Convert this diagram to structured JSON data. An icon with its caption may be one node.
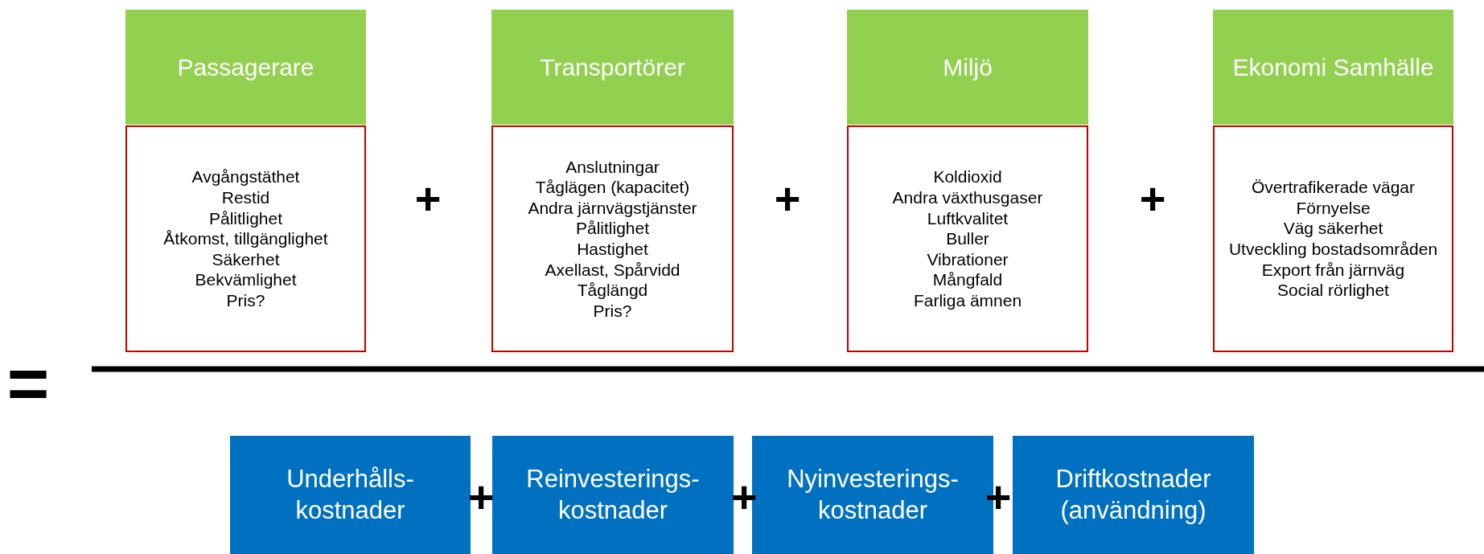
{
  "diagram": {
    "nodes": [
      {
        "text": [
          "Passagerare"
        ]
      },
      {
        "text": [
          "Avgångstäthet",
          "Restid",
          "Pålitlighet",
          "Åtkomst, tillgänglighet",
          "Säkerhet",
          "Bekvämlighet",
          "Pris?"
        ]
      },
      {
        "text": [
          "Transportörer"
        ]
      },
      {
        "text": [
          "Anslutningar",
          "Tåglägen (kapacitet)",
          "Andra järnvägstjänster",
          "Pålitlighet",
          "Hastighet",
          "Axellast, Spårvidd",
          "Tåglängd",
          "Pris?"
        ]
      },
      {
        "text": [
          "Miljö"
        ]
      },
      {
        "text": [
          "Koldioxid",
          "Andra växthusgaser",
          "Luftkvalitet",
          "Buller",
          "Vibrationer",
          "Mångfald",
          "Farliga ämnen"
        ]
      },
      {
        "text": [
          "Ekonomi Samhälle"
        ]
      },
      {
        "text": [
          "Övertrafikerade vägar",
          "Förnyelse",
          "Väg säkerhet",
          "Utveckling bostadsområden",
          "Export från järnväg",
          "Social rörlighet"
        ]
      },
      {
        "text": [
          "Underhålls- kostnader"
        ]
      },
      {
        "text": [
          "Reinvesterings- kostnader"
        ]
      },
      {
        "text": [
          "Nyinvesterings- kostnader"
        ]
      },
      {
        "text": [
          "Driftkostnader (användning)"
        ]
      }
    ],
    "labels": [
      "+",
      "+",
      "+",
      "=",
      "+",
      "+",
      "+"
    ]
  }
}
